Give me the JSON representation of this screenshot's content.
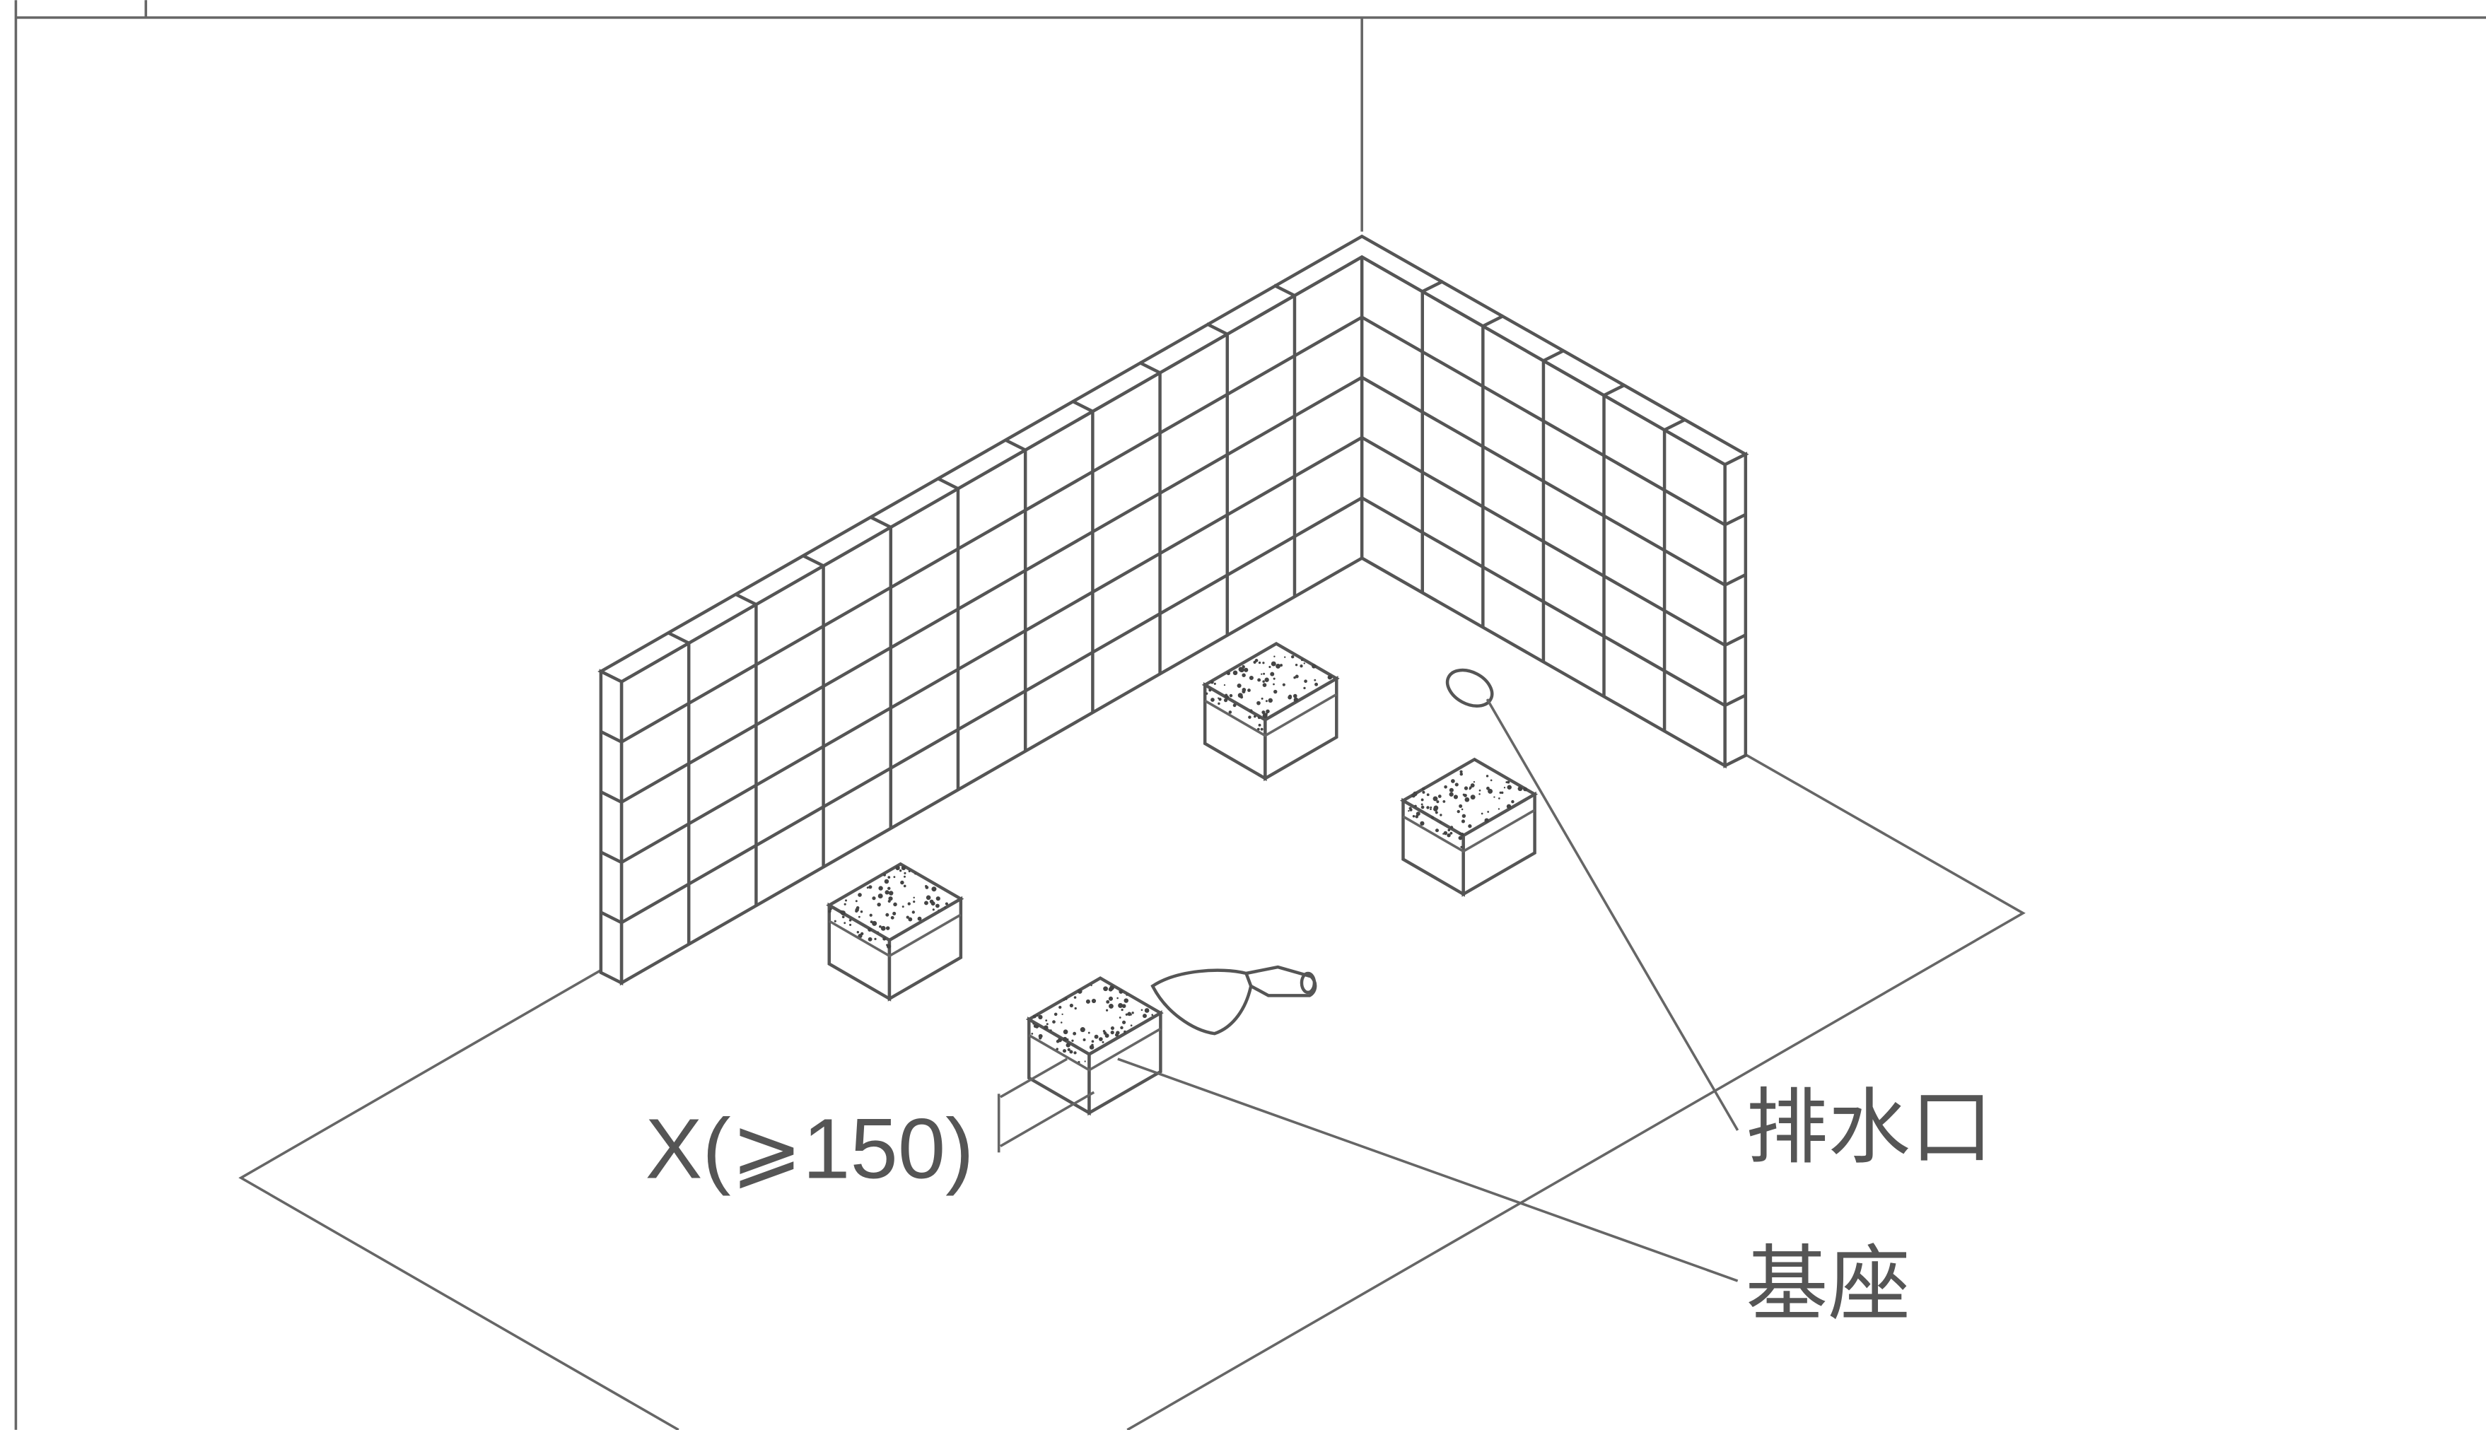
{
  "labels": {
    "drain": "排水口",
    "base": "基座",
    "spacing": "X(⩾150)"
  },
  "colors": {
    "line": "#555555",
    "background": "#ffffff"
  },
  "icons": [
    "trowel-icon"
  ]
}
